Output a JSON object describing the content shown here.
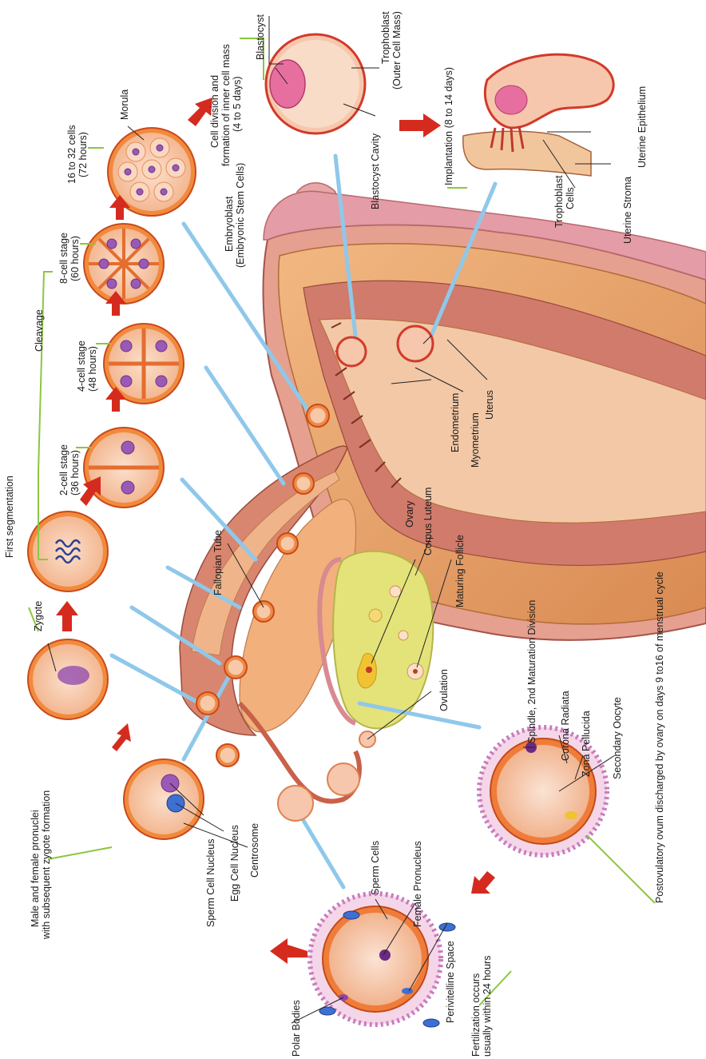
{
  "labels": {
    "cleavage": "Cleavage",
    "two_cell": "2-cell stage",
    "two_cell_time": "(36 hours)",
    "four_cell": "4-cell stage",
    "four_cell_time": "(48 hours)",
    "eight_cell": "8-cell stage",
    "eight_cell_time": "(60 hours)",
    "sixteen_cell": "16 to 32 cells",
    "sixteen_cell_time": "(72 hours)",
    "morula": "Morula",
    "cell_division_1": "Cell division and",
    "cell_division_2": "formation of inner cell mass",
    "cell_division_3": "(4 to 5 days)",
    "blastocyst": "Blastocyst",
    "trophoblast_1": "Trophoblast",
    "trophoblast_2": "(Outer Cell Mass)",
    "embryoblast_1": "Embryoblast",
    "embryoblast_2": "(Embryonic Stem Cells)",
    "blastocyst_cavity": "Blastocyst Cavity",
    "implantation": "Implantation (8 to 14 days)",
    "uterine_epithelium": "Uterine Epithelium",
    "trophoblast_cells_1": "Trophoblast",
    "trophoblast_cells_2": "Cells",
    "uterine_stroma": "Uterine Stroma",
    "first_segmentation": "First segmentation",
    "zygote": "Zygote",
    "fallopian_tube": "Fallopian Tube",
    "ovary": "Ovary",
    "corpus_luteum": "Corpus Luteum",
    "maturing_follicle": "Maturing Follicle",
    "ovulation": "Ovulation",
    "endometrium": "Endometrium",
    "myometrium": "Myometrium",
    "uterus": "Uterus",
    "male_female_1": "Male and female pronuclei",
    "male_female_2": "with subsequent zygote formation",
    "sperm_cell_nucleus": "Sperm Cell Nucleus",
    "egg_cell_nucleus": "Egg Cell Nucleus",
    "centrosome": "Centrosome",
    "spindle": "Spindle, 2nd Maturation Division",
    "corona_radiata": "Corona Radiata",
    "zona_pellucida": "Zona Pellucida",
    "secondary_oocyte": "Secondary Oocyte",
    "postovulatory": "Postovulatory ovum discharged by ovary on days 9 to16 of menstrual cycle",
    "sperm_cells": "Sperm Cells",
    "female_pronucleus": "Female Pronucleus",
    "perivitelline_space": "Perivitelline Space",
    "polar_bodies": "Polar Bodies",
    "fertilization_1": "Fertilization occurs",
    "fertilization_2": "usually within 24 hours"
  }
}
